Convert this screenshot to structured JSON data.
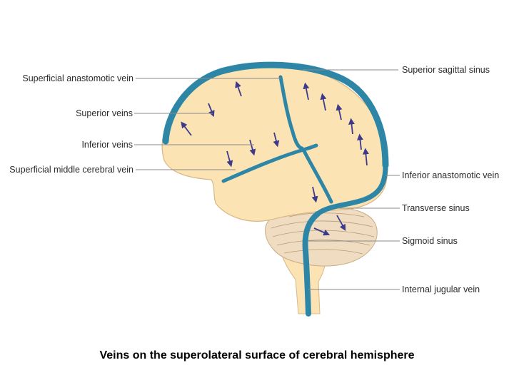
{
  "labels": {
    "superficial_anastomotic_vein": "Superficial anastomotic vein",
    "superior_veins": "Superior veins",
    "inferior_veins": "Inferior veins",
    "superficial_middle_cerebral_vein": "Superficial middle cerebral vein",
    "superior_sagittal_sinus": "Superior sagittal sinus",
    "inferior_anastomotic_vein": "Inferior anastomotic vein",
    "transverse_sinus": "Transverse sinus",
    "sigmoid_sinus": "Sigmoid sinus",
    "internal_jugular_vein": "Internal jugular vein"
  },
  "caption": "Veins on the superolateral surface of cerebral hemisphere",
  "colors": {
    "brain": "#fbe3b3",
    "brain_outline": "#d9b886",
    "cerebellum": "#efdcc1",
    "vein": "#2e86a7",
    "vein_dark": "#1f6e8c",
    "arrow": "#3d3a8c"
  }
}
